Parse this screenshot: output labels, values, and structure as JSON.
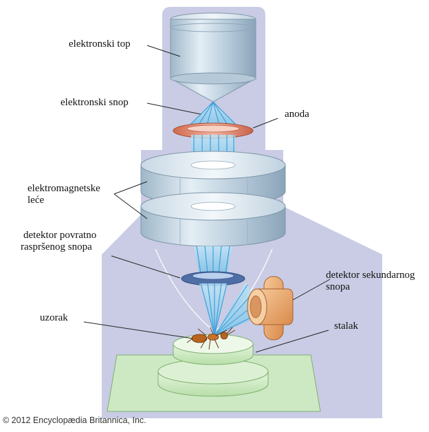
{
  "labels": {
    "electron_gun": "elektronski top",
    "electron_beam": "elektronski snop",
    "anode": "anoda",
    "em_lenses_1": "elektromagnetske",
    "em_lenses_2": "leće",
    "backscatter_1": "detektor povratno",
    "backscatter_2": "raspršenog snopa",
    "secondary_1": "detektor sekundarnog",
    "secondary_2": "snopa",
    "sample": "uzorak",
    "stage": "stalak"
  },
  "copyright": "© 2012 Encyclopædia Britannica, Inc.",
  "colors": {
    "column_bg": "#c9cce4",
    "metal": "#c6d8e6",
    "beam": "#7ec7ea",
    "anode": "#e6836b",
    "detector_ring": "#4f6ea6",
    "secondary_detector": "#e8a86b",
    "stage": "#cde9c3"
  }
}
